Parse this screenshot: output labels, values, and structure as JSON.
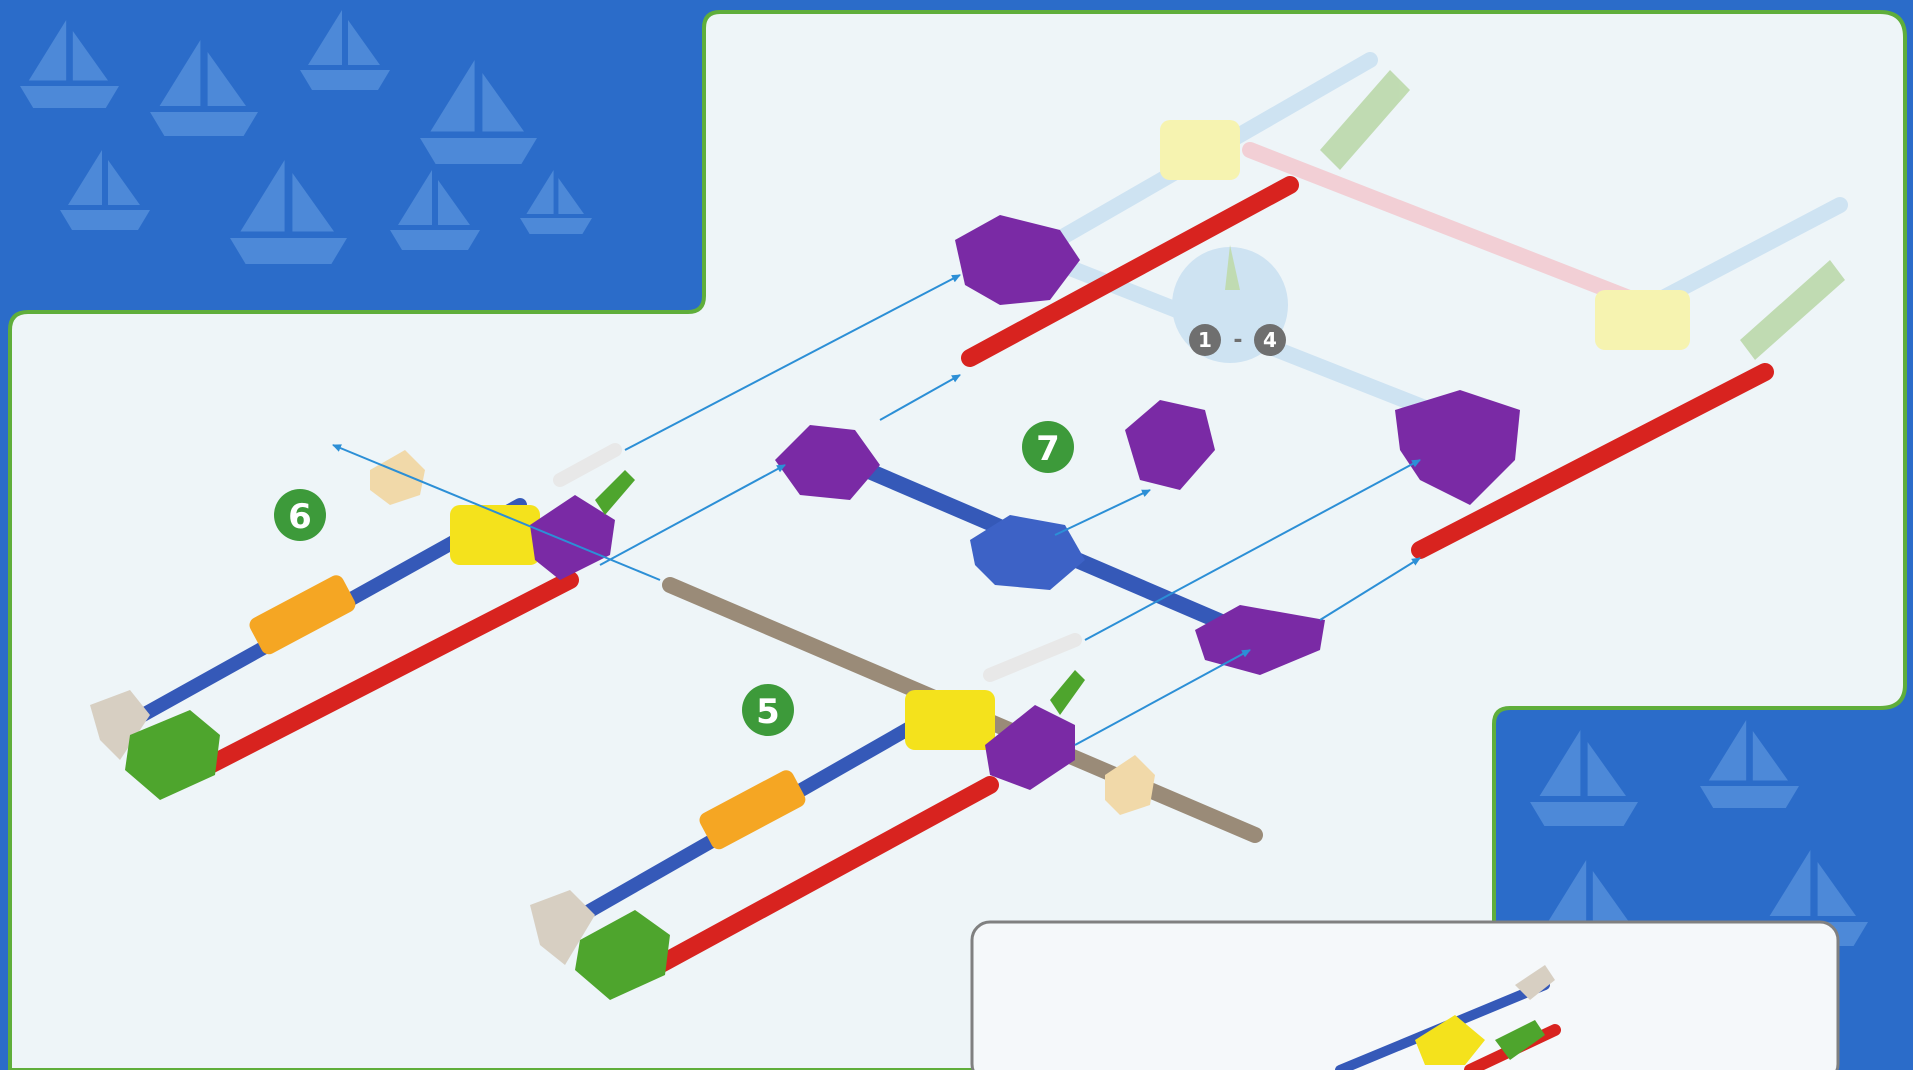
{
  "colors": {
    "background_blue": "#2b6cc9",
    "boat_tint": "#5a93dd",
    "panel_fill": "#eef5f8",
    "panel_border": "#5fae3b",
    "step_badge": "#3d9a3a",
    "rod_red": "#d8231f",
    "rod_blue": "#3559b8",
    "connector_purple": "#7a2aa5",
    "connector_yellow": "#f4e21c",
    "connector_orange": "#f5a623",
    "connector_green": "#4ea52d",
    "rod_tan": "#9a8b78",
    "rod_white": "#e8e8e8",
    "arrow_blue": "#2c8fd6",
    "ghost_yellow": "#f8f3a4",
    "ghost_light_blue": "#c9e0f2",
    "ghost_pink": "#f3c9cf",
    "ghost_green": "#b9d7a6"
  },
  "steps": {
    "step_5": "5",
    "step_6": "6",
    "step_7": "7",
    "steps_1_to_4": {
      "from": "1",
      "dash": "-",
      "to": "4"
    }
  },
  "icons": {
    "background": "sailboat-pattern",
    "connector": "gear-connector",
    "arrow": "assembly-arrow"
  }
}
